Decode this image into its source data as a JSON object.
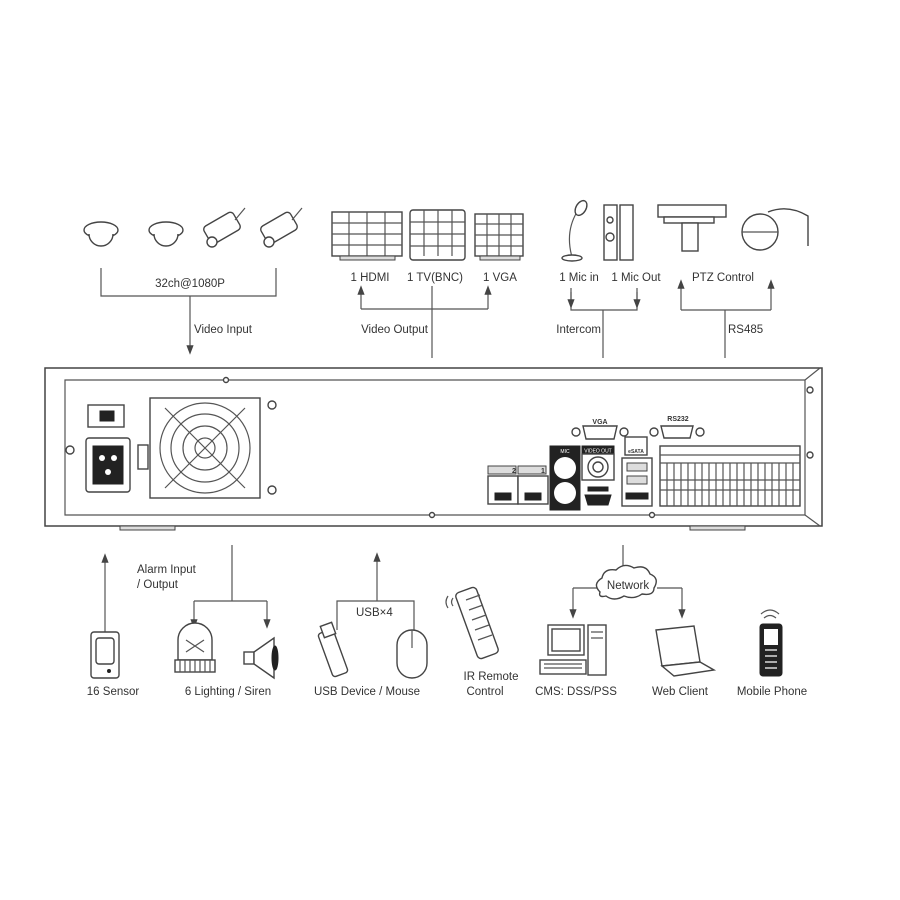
{
  "top": {
    "video_input": {
      "cameras_label": "32ch@1080P",
      "label": "Video Input"
    },
    "video_output": {
      "hdmi": "1 HDMI",
      "tv": "1 TV(BNC)",
      "vga": "1 VGA",
      "label": "Video Output"
    },
    "intercom": {
      "mic_in": "1 Mic in",
      "mic_out": "1 Mic Out",
      "label": "Intercom"
    },
    "ptz": {
      "label": "PTZ Control",
      "bus": "RS485"
    }
  },
  "panel": {
    "vga": "VGA",
    "rs232": "RS232",
    "mic": "MIC",
    "video_out": "VIDEO OUT",
    "esata": "eSATA",
    "lan1": "1",
    "lan2": "2"
  },
  "bottom": {
    "sensor": "16 Sensor",
    "alarm_line1": "Alarm Input",
    "alarm_line2": "/ Output",
    "lighting": "6 Lighting / Siren",
    "usb": "USB×4",
    "usb_devices": "USB Device / Mouse",
    "ir_line1": "IR Remote",
    "ir_line2": "Control",
    "network": "Network",
    "cms": "CMS: DSS/PSS",
    "web": "Web Client",
    "mobile": "Mobile Phone"
  }
}
